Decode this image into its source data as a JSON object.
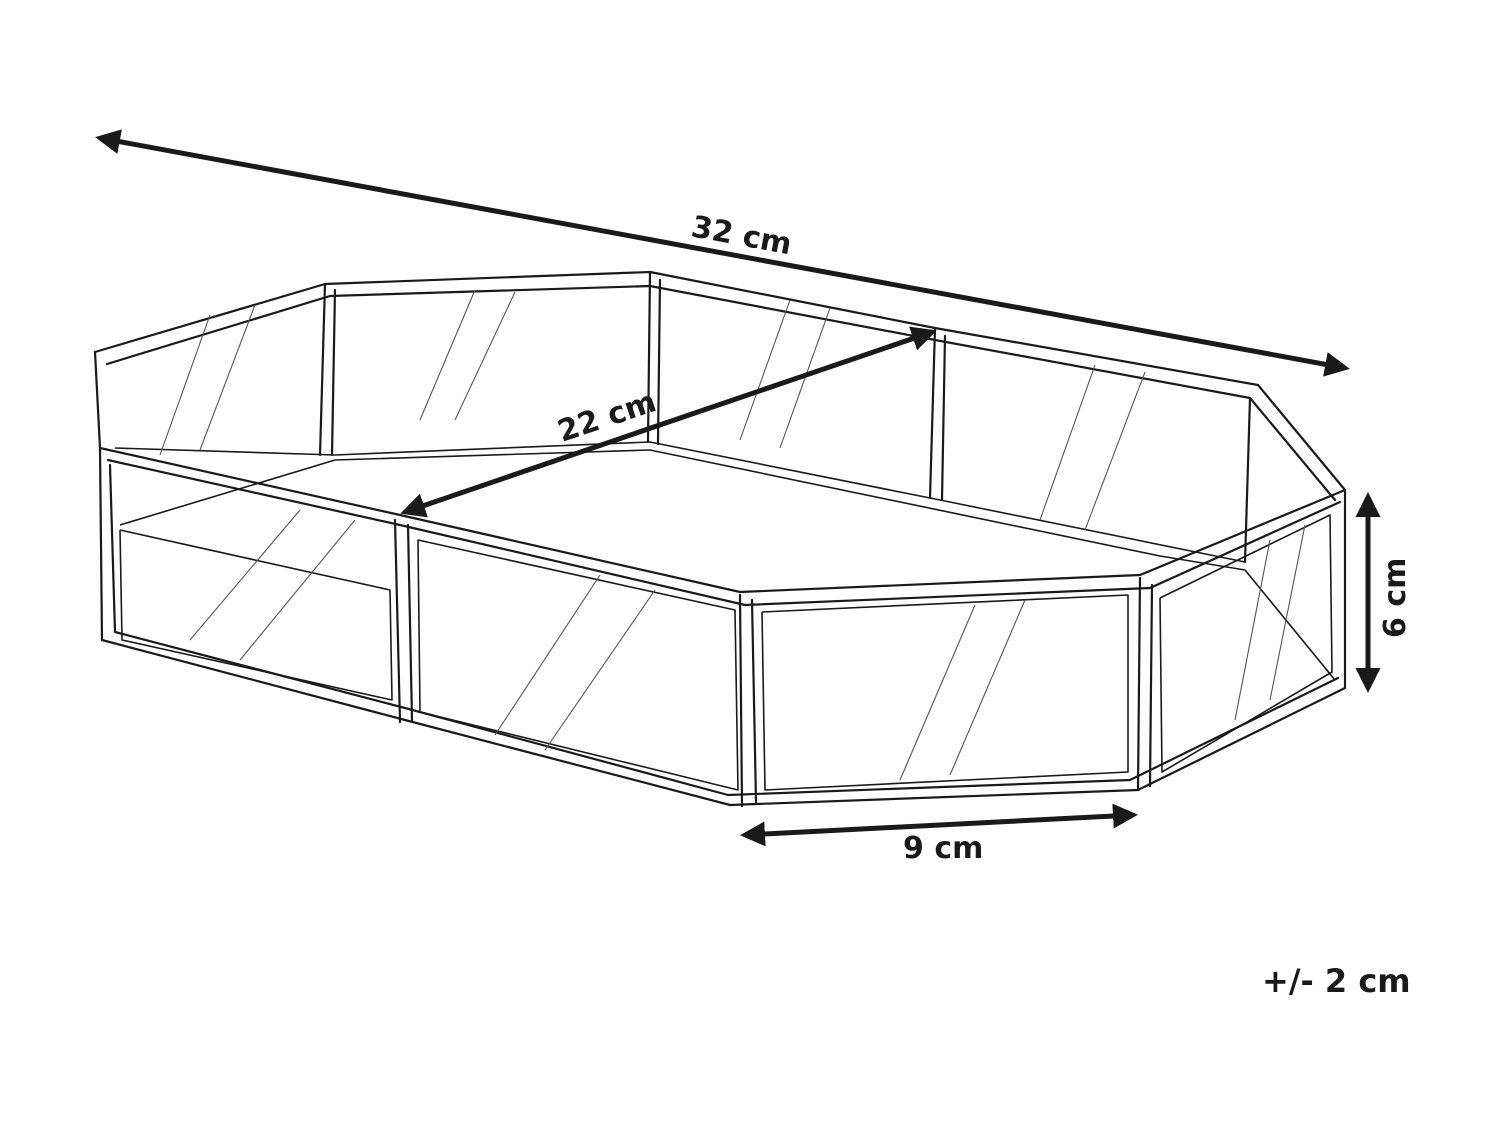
{
  "dimensions": {
    "length": "32 cm",
    "width": "22 cm",
    "side": "9 cm",
    "height": "6 cm"
  },
  "tolerance": "+/- 2 cm",
  "colors": {
    "line": "#1a1a1a",
    "glare": "#555555",
    "background": "#ffffff"
  }
}
